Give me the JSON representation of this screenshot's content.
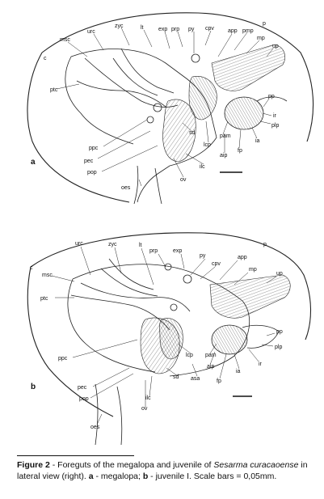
{
  "figure": {
    "panel_a": {
      "letter": "a",
      "labels": {
        "c": "c",
        "msc": "msc",
        "urc": "urc",
        "zyc": "zyc",
        "lt": "lt",
        "exp": "exp",
        "prp": "prp",
        "py": "py",
        "cpv": "cpv",
        "app": "app",
        "pmp": "pmp",
        "p": "p",
        "mp": "mp",
        "up": "up",
        "ptc": "ptc",
        "pp": "pp",
        "ir": "ir",
        "plp": "plp",
        "ia": "ia",
        "pam": "pam",
        "lcp": "lcp",
        "sd": "sd",
        "aip": "aip",
        "fp": "fp",
        "ppc": "ppc",
        "pec": "pec",
        "pop": "pop",
        "ilc": "ilc",
        "ov": "ov",
        "oes": "oes"
      }
    },
    "panel_b": {
      "letter": "b",
      "labels": {
        "c": "c",
        "msc": "msc",
        "urc": "urc",
        "zyc": "zyc",
        "lt": "lt",
        "prp": "prp",
        "exp": "exp",
        "py": "py",
        "p": "p",
        "cpv": "cpv",
        "app": "app",
        "mp": "mp",
        "up": "up",
        "ptc": "ptc",
        "pp": "pp",
        "plp": "plp",
        "ir": "ir",
        "ia": "ia",
        "ppc": "ppc",
        "lcp": "lcp",
        "pam": "pam",
        "aip": "aip",
        "asa": "asa",
        "fp": "fp",
        "sd": "sd",
        "pec": "pec",
        "pop": "pop",
        "ilc": "ilc",
        "ov": "ov",
        "oes": "oes"
      }
    }
  },
  "caption": {
    "label": "Figure 2",
    "text_1": " - Foreguts of the megalopa and juvenile of ",
    "species": "Sesarma curacaoense",
    "text_2": " in lateral view (right). ",
    "a_letter": "a",
    "text_3": " - megalopa; ",
    "b_letter": "b",
    "text_4": " - juvenile I. Scale bars = 0,05mm."
  }
}
